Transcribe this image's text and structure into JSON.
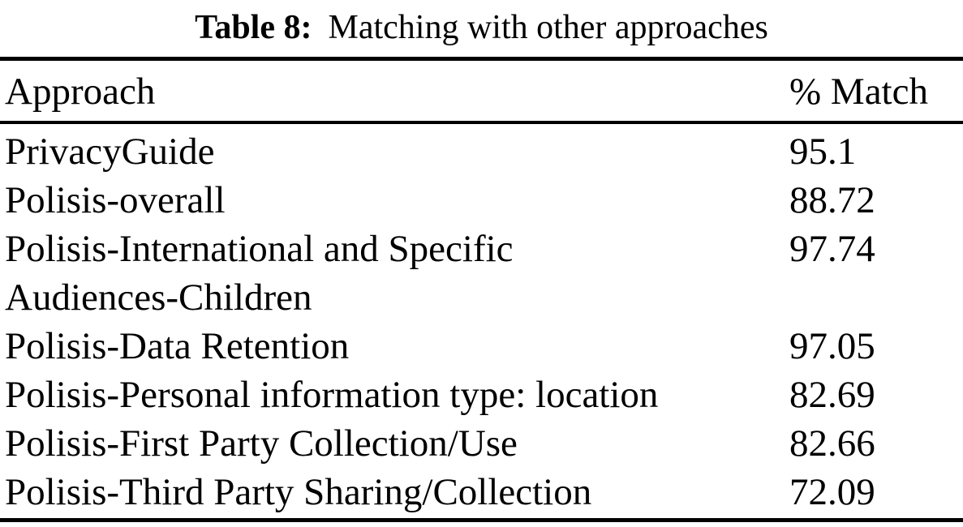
{
  "table": {
    "caption": {
      "label": "Table 8:",
      "text": "Matching with other approaches"
    },
    "columns": {
      "approach": "Approach",
      "match": "% Match"
    },
    "rows": [
      {
        "approach": "PrivacyGuide",
        "match": "95.1"
      },
      {
        "approach": "Polisis-overall",
        "match": "88.72"
      },
      {
        "approach": "Polisis-International and Specific\nAudiences-Children",
        "match": "97.74"
      },
      {
        "approach": "Polisis-Data Retention",
        "match": "97.05"
      },
      {
        "approach": "Polisis-Personal information type: location",
        "match": "82.69"
      },
      {
        "approach": "Polisis-First Party Collection/Use",
        "match": "82.66"
      },
      {
        "approach": "Polisis-Third Party Sharing/Collection",
        "match": "72.09"
      }
    ],
    "colors": {
      "text": "#000000",
      "background": "#ffffff",
      "rule": "#000000"
    }
  }
}
